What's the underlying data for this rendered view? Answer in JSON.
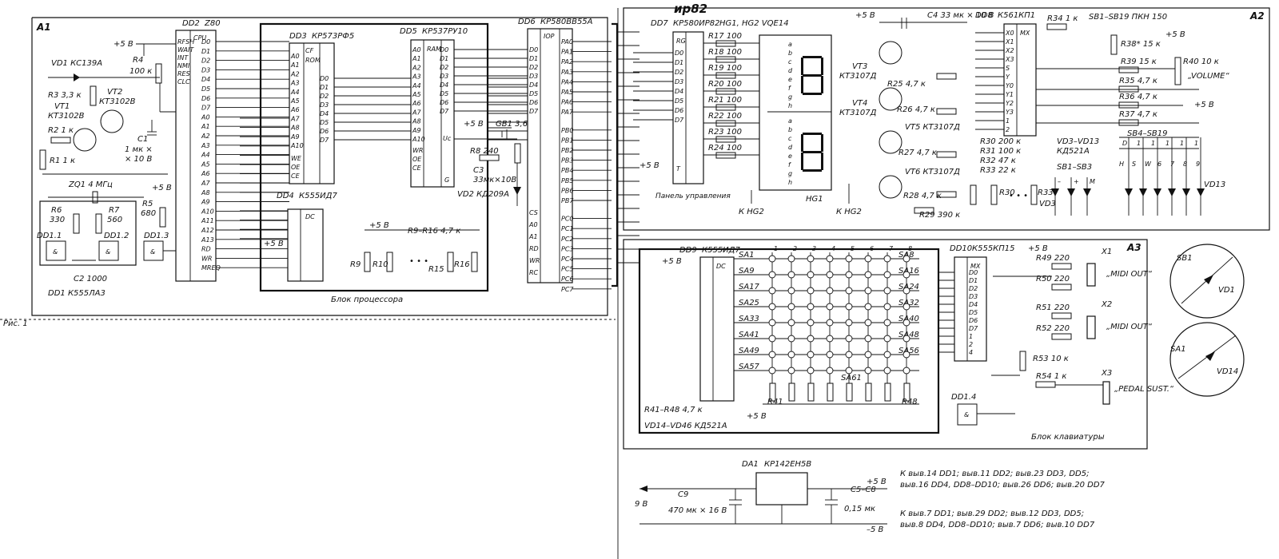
{
  "handwritten_note": "ир82",
  "page_mark": "Рис. 1",
  "blocks": {
    "a1": {
      "tag": "A1",
      "caption": "Блок процессора"
    },
    "a2": {
      "tag": "A2",
      "caption": "Панель управления"
    },
    "a3": {
      "tag": "A3",
      "caption": "Блок клавиатуры"
    }
  },
  "chips": {
    "dd2": {
      "ref": "DD2",
      "part": "Z80",
      "func": "CPU",
      "pins_left": [
        "RFSH",
        "WAIT",
        "INT",
        "NMI",
        "RES",
        "CLC"
      ],
      "pins_right": [
        "D0",
        "D1",
        "D2",
        "D3",
        "D4",
        "D5",
        "D6",
        "D7",
        "A0",
        "A1",
        "A2",
        "A3",
        "A4",
        "A5",
        "A6",
        "A7",
        "A8",
        "A9",
        "A10",
        "A11",
        "A12",
        "A13",
        "RD",
        "WR",
        "MREQ"
      ]
    },
    "dd3": {
      "ref": "DD3",
      "part": "КР573РФ5",
      "func": "CF",
      "sub": "ROM",
      "pins_left": [
        "A0",
        "A1",
        "A2",
        "A3",
        "A4",
        "A5",
        "A6",
        "A7",
        "A8",
        "A9",
        "A10"
      ],
      "pins_right": [
        "D0",
        "D1",
        "D2",
        "D3",
        "D4",
        "D5",
        "D6",
        "D7"
      ],
      "pins_ctrl": [
        "WE",
        "OE",
        "CE"
      ]
    },
    "dd4": {
      "ref": "DD4",
      "part": "К555ИД7",
      "func": "DC"
    },
    "dd5": {
      "ref": "DD5",
      "part": "КР537РУ10",
      "func": "RAM",
      "pins_left": [
        "A0",
        "A1",
        "A2",
        "A3",
        "A4",
        "A5",
        "A6",
        "A7",
        "A8",
        "A9",
        "A10"
      ],
      "pins_right": [
        "D0",
        "D1",
        "D2",
        "D3",
        "D4",
        "D5",
        "D6",
        "D7"
      ],
      "pins_ctrl": [
        "WR",
        "OE",
        "CE"
      ],
      "uc": "Uc",
      "gnd": "G"
    },
    "dd6": {
      "ref": "DD6",
      "part": "КР580ВВ55А",
      "func": "IOP",
      "pins_left": [
        "D0",
        "D1",
        "D2",
        "D3",
        "D4",
        "D5",
        "D6",
        "D7",
        "CS",
        "A0",
        "A1",
        "RD",
        "WR",
        "RC"
      ],
      "pins_right": [
        "PA0",
        "PA1",
        "PA2",
        "PA3",
        "PA4",
        "PA5",
        "PA6",
        "PA7",
        "PB0",
        "PB1",
        "PB2",
        "PB3",
        "PB4",
        "PB5",
        "PB6",
        "PB7",
        "PC0",
        "PC1",
        "PC2",
        "PC3",
        "PC4",
        "PC5",
        "PC6",
        "PC7"
      ]
    },
    "dd7": {
      "ref": "DD7",
      "part": "КР580ИР82",
      "func": "RG",
      "pins_left": [
        "D0",
        "D1",
        "D2",
        "D3",
        "D4",
        "D5",
        "D6",
        "D7",
        "T"
      ]
    },
    "dd8": {
      "ref": "DD8",
      "part": "К561КП1",
      "func": "MX",
      "pins": [
        "X0",
        "X1",
        "X2",
        "X3",
        "S",
        "Y",
        "Y0",
        "Y1",
        "Y2",
        "Y3",
        "1",
        "2"
      ]
    },
    "dd9": {
      "ref": "DD9",
      "part": "К555ИД7",
      "func": "DC"
    },
    "dd10": {
      "ref": "DD10",
      "part": "К555КП15",
      "func": "MX",
      "pins": [
        "D0",
        "D1",
        "D2",
        "D3",
        "D4",
        "D5",
        "D6",
        "D7",
        "1",
        "2",
        "4"
      ]
    },
    "dd1": {
      "ref": "DD1",
      "part": "К555ЛА3",
      "gates": [
        "DD1.1",
        "DD1.2",
        "DD1.3",
        "DD1.4"
      ],
      "sym": "&"
    },
    "da1": {
      "ref": "DA1",
      "part": "КР142ЕН5В"
    }
  },
  "components": {
    "vd1": "VD1  КС139А",
    "vt2": "VT2",
    "vt2_part": "КТ3102В",
    "r3": "R3  3,3 к",
    "vt1": "VT1",
    "vt1_part": "КТ3102В",
    "r2": "R2  1 к",
    "r1": "R1  1 к",
    "r4": "R4",
    "r4_val": "100 к",
    "c1": "C1",
    "c1_val1": "1 мк ×",
    "c1_val2": "× 10 В",
    "zq1": "ZQ1  4 МГц",
    "r6": "R6",
    "r6_val": "330",
    "r7": "R7",
    "r7_val": "560",
    "r5": "R5",
    "r5_val": "680",
    "c2": "C2  1000",
    "dd1_caption": "DD1   К555ЛА3",
    "r8": "R8  240",
    "gb1": "GB1  3,6 В",
    "c3": "C3",
    "c3_val": "33мк×10В",
    "vd2": "VD2  КД209А",
    "r9_r16": "R9–R16   4,7 к",
    "r9": "R9",
    "r10": "R10",
    "r15": "R15",
    "r16": "R16",
    "hg": "HG1, HG2  VQE14",
    "hg1": "HG1",
    "k_hg2_a": "К HG2",
    "k_hg2_b": "К HG2",
    "r17_r24": [
      "R17 100",
      "R18 100",
      "R19 100",
      "R20 100",
      "R21 100",
      "R22 100",
      "R23 100",
      "R24 100"
    ],
    "c4": "C4  33 мк × 10 В",
    "vt3": "VT3",
    "vt3_part": "КТ3107Д",
    "vt4": "VT4",
    "vt4_part": "КТ3107Д",
    "vt5": "VT5  КТ3107Д",
    "vt6": "VT6  КТ3107Д",
    "r25": "R25  4,7 к",
    "r26": "R26  4,7 к",
    "r27": "R27  4,7 к",
    "r28": "R28  4,7 к",
    "r29": "R29  390 к",
    "r30_r33": [
      "R30  200 к",
      "R31  100 к",
      "R32  47 к",
      "R33  22 к"
    ],
    "r30": "R30",
    "r33": "R33",
    "r34": "R34  1 к",
    "sb_hdr": "SB1–SB19  ПКН 150",
    "r38": "R38*  15 к",
    "r39": "R39  15 к",
    "r40": "R40  10 к",
    "volume": "„VOLUME“",
    "r35": "R35  4,7 к",
    "r36": "R36  4,7 к",
    "r37": "R37  4,7 к",
    "sb4_sb19": "SB4–SB19",
    "vd3_vd13": "VD3–VD13",
    "kd521a": "КД521А",
    "sb1_sb3": "SB1–SB3",
    "vd3": "VD3",
    "vd13": "VD13",
    "sw_labels": [
      "D",
      "1",
      "1",
      "1",
      "1",
      "1"
    ],
    "sw_row2": [
      "H",
      "S",
      "W",
      "6",
      "7",
      "8",
      "9"
    ],
    "sw_plus": [
      "–",
      "+",
      "M"
    ],
    "sa_left": [
      "SA1",
      "SA9",
      "SA17",
      "SA25",
      "SA33",
      "SA41",
      "SA49",
      "SA57"
    ],
    "sa_right": [
      "SA8",
      "SA16",
      "SA24",
      "SA32",
      "SA40",
      "SA48",
      "SA56"
    ],
    "sa61": "SA61",
    "matrix_cols": [
      "1",
      "2",
      "3",
      "4",
      "5",
      "6",
      "7",
      "8"
    ],
    "r41_r48": "R41–R48   4,7 к",
    "r41": "R41",
    "r48": "R48",
    "vd14_vd46": "VD14–VD46   КД521А",
    "r49": "R49  220",
    "r50": "R50  220",
    "r51": "R51  220",
    "r52": "R52  220",
    "x1": "X1",
    "x2": "X2",
    "x3": "X3",
    "midi_out_1": "„MIDI OUT“",
    "midi_out_2": "„MIDI OUT“",
    "r53": "R53  10 к",
    "r54": "R54  1 к",
    "pedal": "„PEDAL SUST.“",
    "dd1_4": "DD1.4",
    "sb1_detail": "SB1",
    "vd1_detail": "VD1",
    "sa1_detail": "SA1",
    "vd14_detail": "VD14",
    "c9": "C9",
    "c9_val": "470 мк × 16 В",
    "c5_c8": "C5–C8",
    "c5_c8_val": "0,15 мк",
    "v9": "9 В",
    "plus5": "+5 В",
    "minus5": "–5 В",
    "power_note_1": "К выв.14 DD1; выв.11 DD2; выв.23 DD3, DD5;",
    "power_note_2": "выв.16 DD4, DD8–DD10; выв.26 DD6; выв.20 DD7",
    "power_note_3": "К выв.7 DD1; выв.29 DD2; выв.12 DD3, DD5;",
    "power_note_4": "выв.8 DD4, DD8–DD10; выв.7 DD6; выв.10 DD7"
  }
}
